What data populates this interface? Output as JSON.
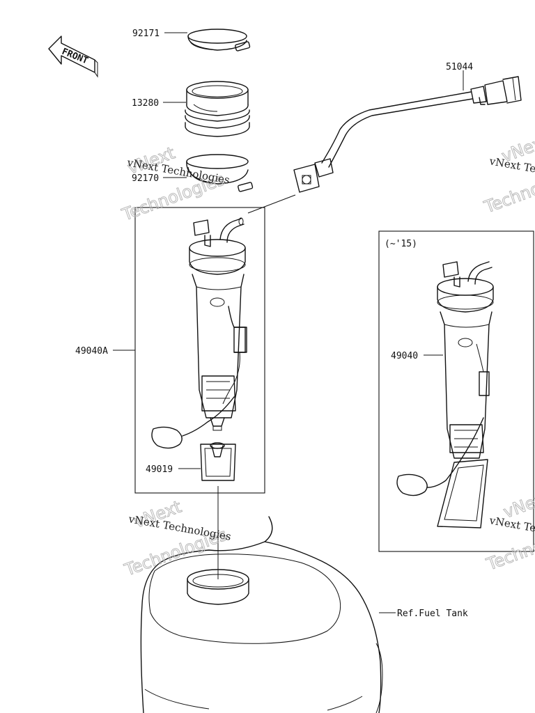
{
  "orientation": {
    "label": "FRONT"
  },
  "parts": {
    "clamp_top": "92171",
    "boot": "13280",
    "clamp_lower": "92170",
    "harness": "51044",
    "pump_assembly_a": "49040A",
    "filter": "49019",
    "pump_assembly": "49040"
  },
  "inset": {
    "title": "(~'15)"
  },
  "reference": {
    "fuel_tank": "Ref.Fuel Tank"
  },
  "watermark": {
    "line1": "vNext Technologies",
    "line2": "vNext",
    "line3": "Technologies"
  }
}
